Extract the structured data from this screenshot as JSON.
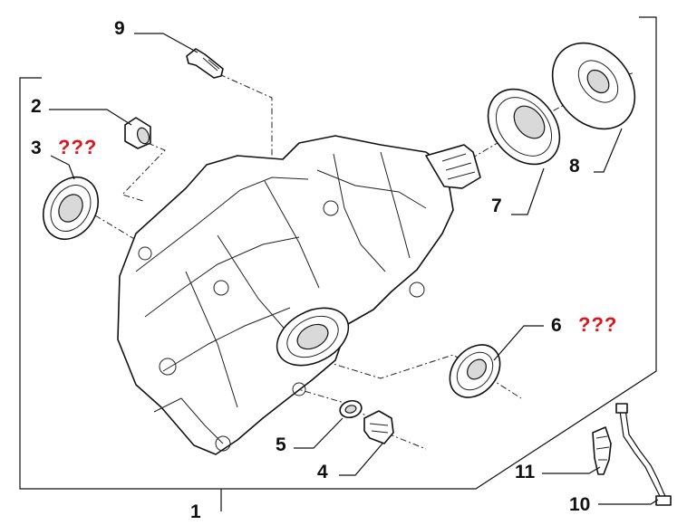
{
  "diagram": {
    "callouts": [
      {
        "id": "1",
        "text": "1"
      },
      {
        "id": "2",
        "text": "2"
      },
      {
        "id": "3",
        "text": "3",
        "mark": "???"
      },
      {
        "id": "4",
        "text": "4"
      },
      {
        "id": "5",
        "text": "5"
      },
      {
        "id": "6",
        "text": "6",
        "mark": "???"
      },
      {
        "id": "7",
        "text": "7"
      },
      {
        "id": "8",
        "text": "8"
      },
      {
        "id": "9",
        "text": "9"
      },
      {
        "id": "10",
        "text": "10"
      },
      {
        "id": "11",
        "text": "11"
      }
    ],
    "colors": {
      "line": "#111111",
      "mark": "#e0141b",
      "background": "#ffffff"
    }
  }
}
